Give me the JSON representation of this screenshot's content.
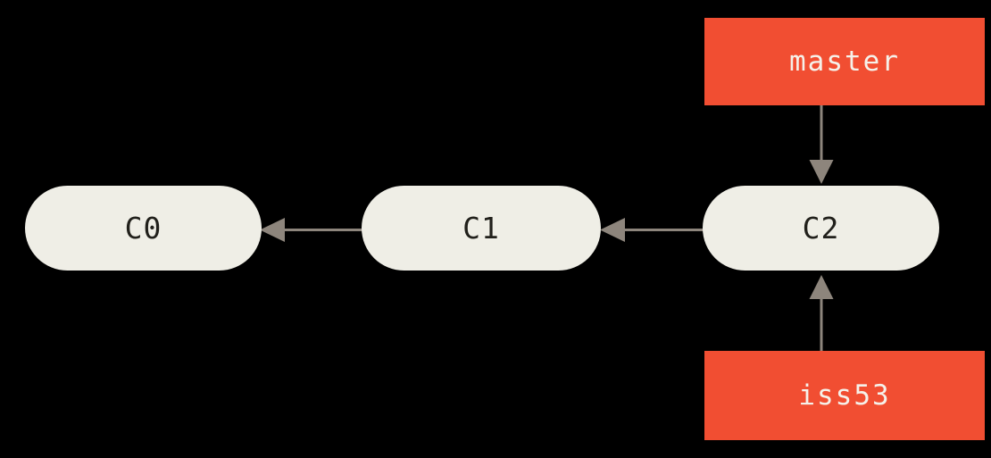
{
  "diagram": {
    "title": "git-branch-diagram",
    "background_color": "#000000",
    "colors": {
      "branch_box_fill": "#f14e32",
      "branch_box_text": "#f5f1ea",
      "commit_node_fill": "#efeee6",
      "commit_node_text": "#21201b",
      "arrow": "#8d857c"
    },
    "commits": [
      {
        "id": "C0",
        "label": "C0"
      },
      {
        "id": "C1",
        "label": "C1"
      },
      {
        "id": "C2",
        "label": "C2"
      }
    ],
    "branches": [
      {
        "id": "master",
        "label": "master",
        "points_to": "C2"
      },
      {
        "id": "iss53",
        "label": "iss53",
        "points_to": "C2"
      }
    ],
    "arrows": [
      {
        "name": "arrow-c1-to-c0",
        "from": "C1",
        "to": "C0",
        "direction": "left"
      },
      {
        "name": "arrow-c2-to-c1",
        "from": "C2",
        "to": "C1",
        "direction": "left"
      },
      {
        "name": "arrow-master-to-c2",
        "from": "master",
        "to": "C2",
        "direction": "down"
      },
      {
        "name": "arrow-iss53-to-c2",
        "from": "iss53",
        "to": "C2",
        "direction": "up"
      }
    ]
  }
}
